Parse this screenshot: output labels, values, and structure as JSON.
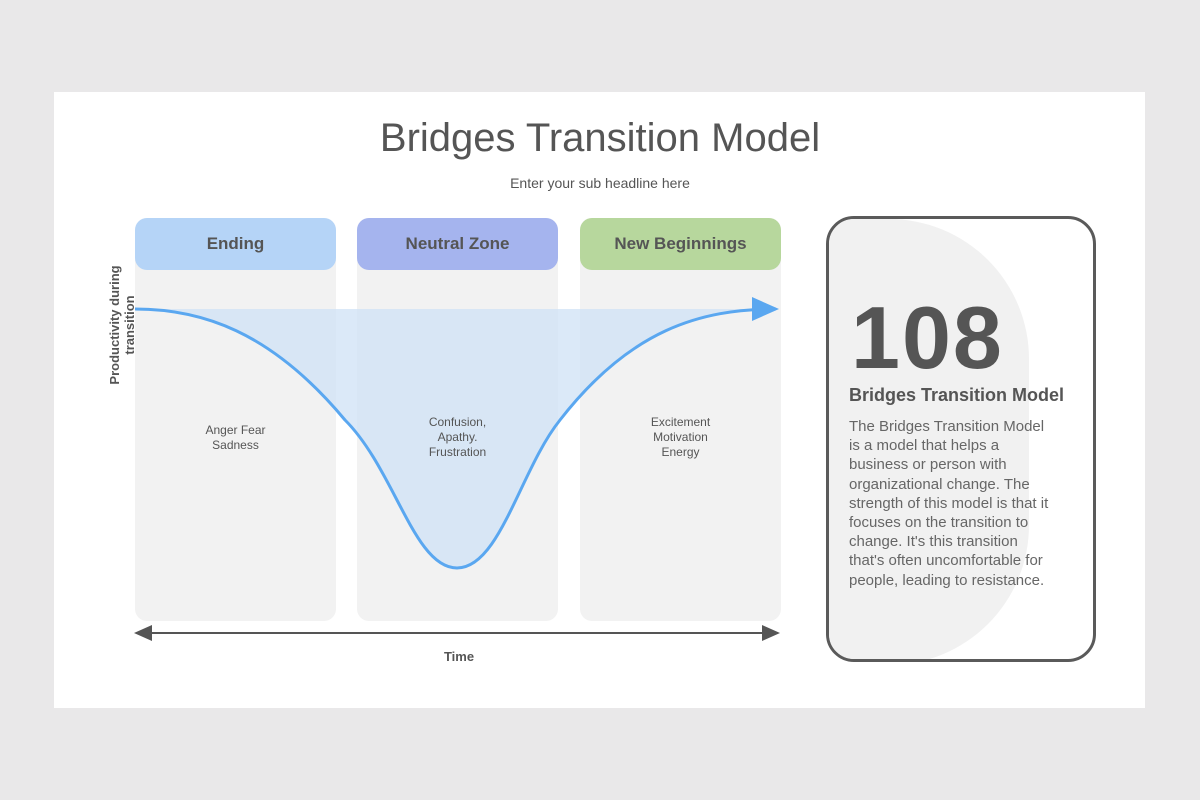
{
  "title": "Bridges Transition Model",
  "subtitle": "Enter your sub headline here",
  "phases": [
    {
      "label": "Ending",
      "color": "#b5d4f7",
      "emotions": [
        "Anger Fear",
        "Sadness"
      ]
    },
    {
      "label": "Neutral Zone",
      "color": "#a5b4ee",
      "emotions": [
        "Confusion,",
        "Apathy.",
        "Frustration"
      ]
    },
    {
      "label": "New Beginnings",
      "color": "#b7d79d",
      "emotions": [
        "Excitement",
        "Motivation",
        "Energy"
      ]
    }
  ],
  "axes": {
    "y_label": "Productivity during transition",
    "x_label": "Time"
  },
  "card": {
    "number": "108",
    "title": "Bridges Transition Model",
    "body": "The Bridges Transition Model is a model that helps a business or person with organizational change. The strength of this model is that it focuses on the transition to change. It's this transition that's often uncomfortable for people, leading to resistance."
  },
  "colors": {
    "curve": "#5aa7f0",
    "fill": "#cfe2f6",
    "axis": "#555555"
  }
}
